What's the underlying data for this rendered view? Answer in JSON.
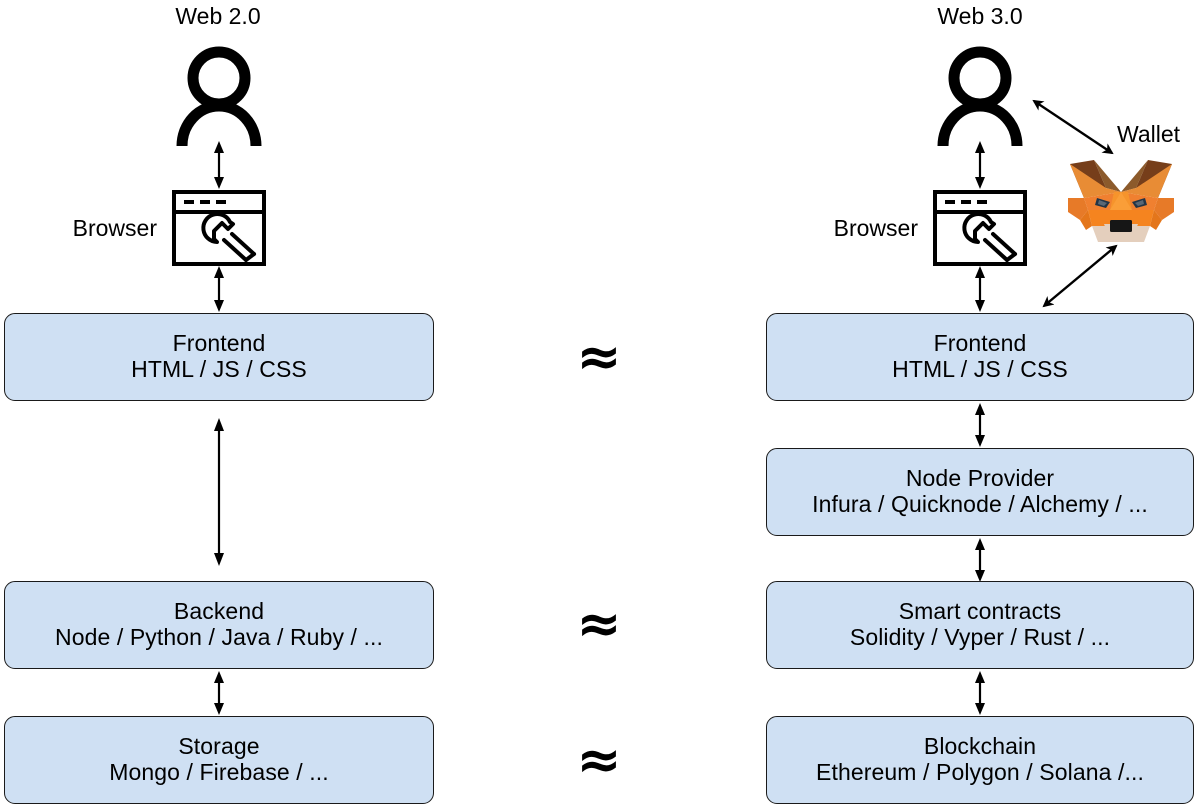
{
  "diagram": {
    "title_left": "Web 2.0",
    "title_right": "Web 3.0",
    "approx_symbol": "≈",
    "colors": {
      "box_fill": "#cfe0f3",
      "box_stroke": "#1a1a1a",
      "text": "#000000",
      "fox_orange": "#e88c35",
      "fox_orange_light": "#f5841f",
      "fox_brown": "#763e1a",
      "fox_brown_dark": "#8c5a2b",
      "fox_cream": "#e4cfbd",
      "fox_eye": "#233447",
      "background": "#ffffff"
    }
  },
  "left_column": {
    "title": "Web 2.0",
    "actor_label": "user-person",
    "browser_label": "Browser",
    "boxes": [
      {
        "title": "Frontend",
        "subtitle": "HTML / JS / CSS"
      },
      {
        "title": "Backend",
        "subtitle": "Node / Python / Java / Ruby / ..."
      },
      {
        "title": "Storage",
        "subtitle": "Mongo / Firebase / ..."
      }
    ]
  },
  "right_column": {
    "title": "Web 3.0",
    "actor_label": "user-person",
    "browser_label": "Browser",
    "wallet_label": "Wallet",
    "wallet_icon": "metamask-fox-icon",
    "boxes": [
      {
        "title": "Frontend",
        "subtitle": "HTML / JS / CSS"
      },
      {
        "title": "Node Provider",
        "subtitle": "Infura / Quicknode / Alchemy / ..."
      },
      {
        "title": "Smart contracts",
        "subtitle": "Solidity / Vyper / Rust / ..."
      },
      {
        "title": "Blockchain",
        "subtitle": "Ethereum / Polygon / Solana /..."
      }
    ]
  },
  "equivalences": [
    {
      "left": "Frontend",
      "right": "Frontend",
      "symbol": "≈"
    },
    {
      "left": "Backend",
      "right": "Smart contracts",
      "symbol": "≈"
    },
    {
      "left": "Storage",
      "right": "Blockchain",
      "symbol": "≈"
    }
  ]
}
